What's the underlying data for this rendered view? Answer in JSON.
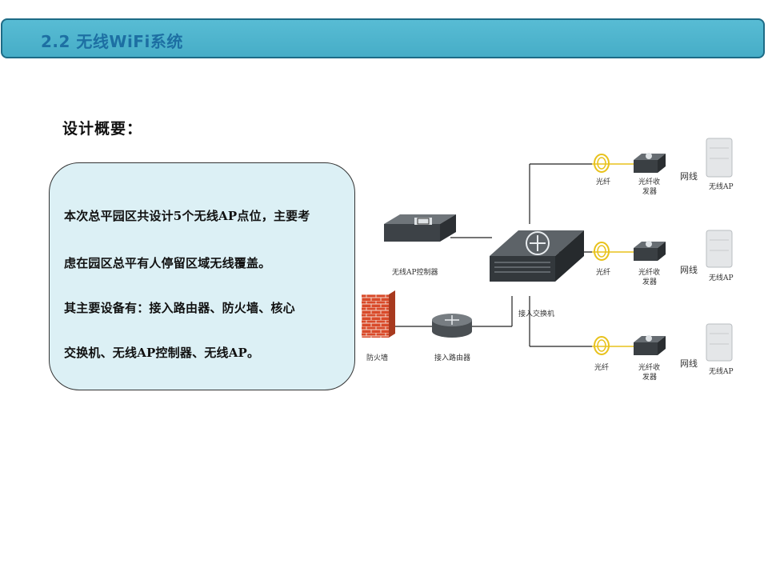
{
  "header": {
    "title": "2.2 无线WiFi系统"
  },
  "section": {
    "heading": "设计概要："
  },
  "summary": {
    "lines": [
      "本次总平园区共设计5个无线AP点位，主要考",
      "虑在园区总平有人停留区域无线覆盖。",
      "其主要设备有：接入路由器、防火墙、核心",
      "交换机、无线AP控制器、无线AP。"
    ]
  },
  "diagram": {
    "controller_label": "无线AP控制器",
    "switch_label": "接入交换机",
    "firewall_label": "防火墙",
    "router_label": "接入路由器",
    "branches": [
      {
        "fiber": "光纤",
        "transceiver": [
          "光纤收",
          "发器"
        ],
        "cable": "网线",
        "ap": "无线AP"
      },
      {
        "fiber": "光纤",
        "transceiver": [
          "光纤收",
          "发器"
        ],
        "cable": "网线",
        "ap": "无线AP"
      },
      {
        "fiber": "光纤",
        "transceiver": [
          "光纤收",
          "发器"
        ],
        "cable": "网线",
        "ap": "无线AP"
      }
    ]
  },
  "colors": {
    "title_bar": "#4fb6cf",
    "title_text": "#1d6fa3",
    "summary_box": "#dcf0f5",
    "fiber": "#e8c21c",
    "firewall": "#d94a2a"
  },
  "icons": [
    "fiber-coil-icon",
    "transceiver-icon",
    "access-point-icon",
    "switch-icon",
    "controller-icon",
    "firewall-icon",
    "router-icon"
  ]
}
